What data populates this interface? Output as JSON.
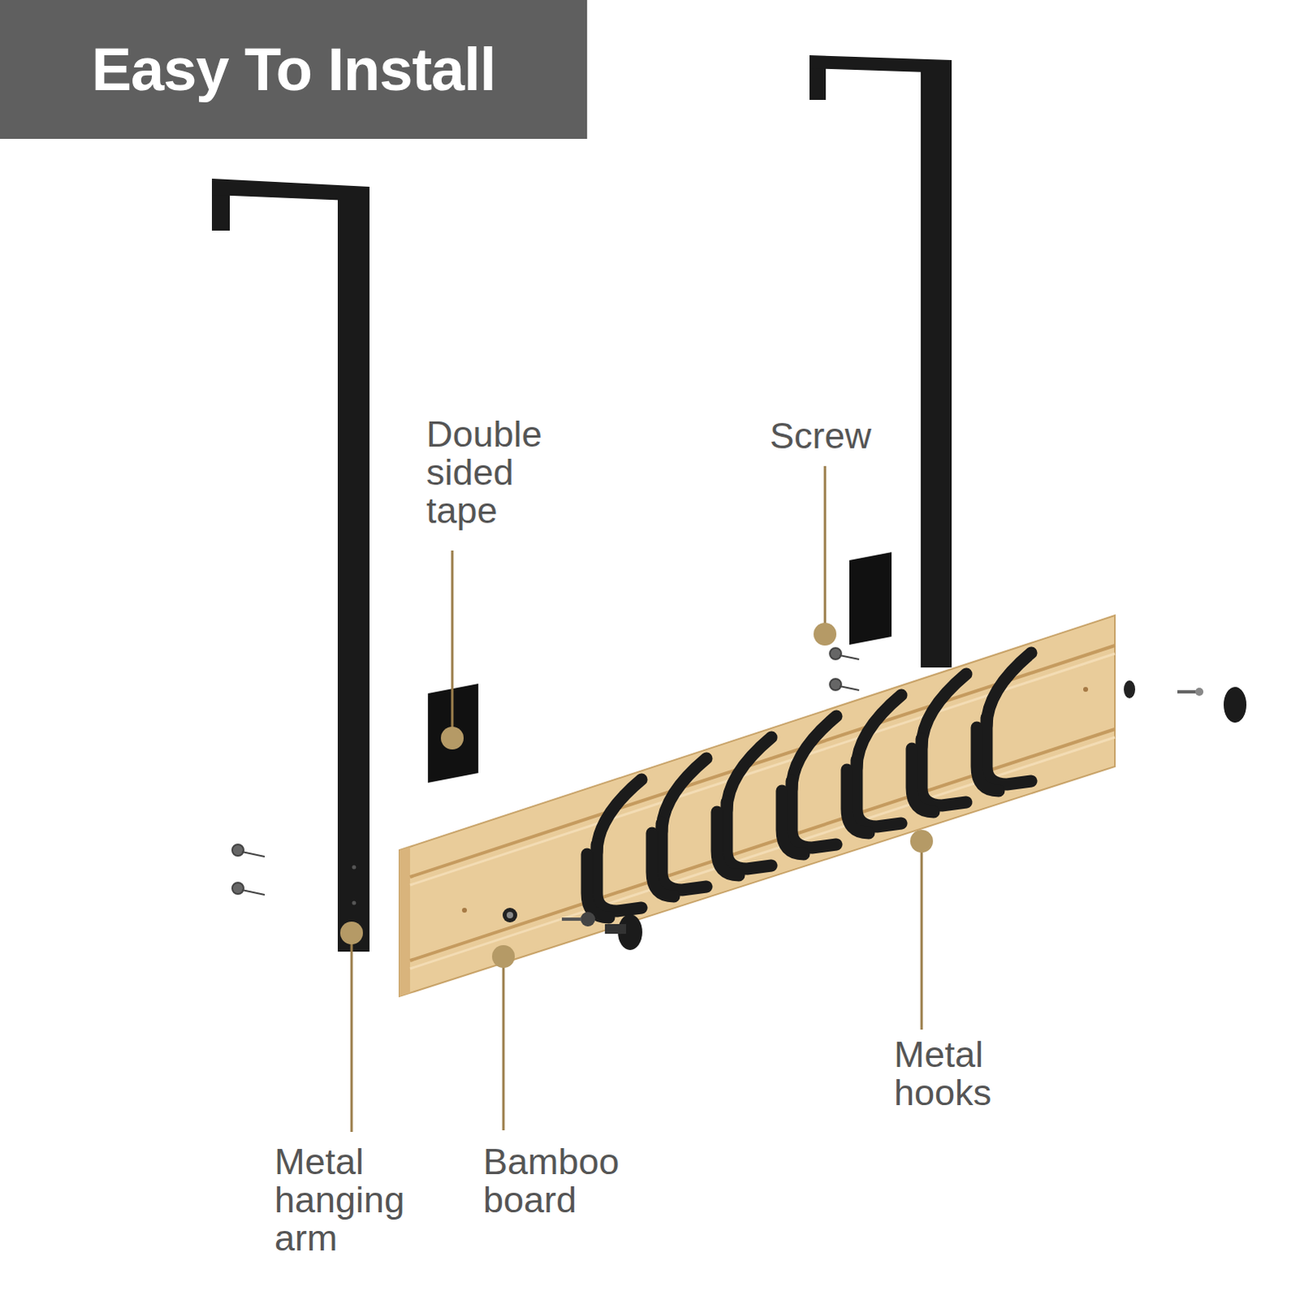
{
  "diagram": {
    "title": "Easy To Install",
    "labels": [
      "Double sided tape",
      "Screw",
      "Metal hooks",
      "Metal hanging arm",
      "Bamboo board"
    ]
  }
}
